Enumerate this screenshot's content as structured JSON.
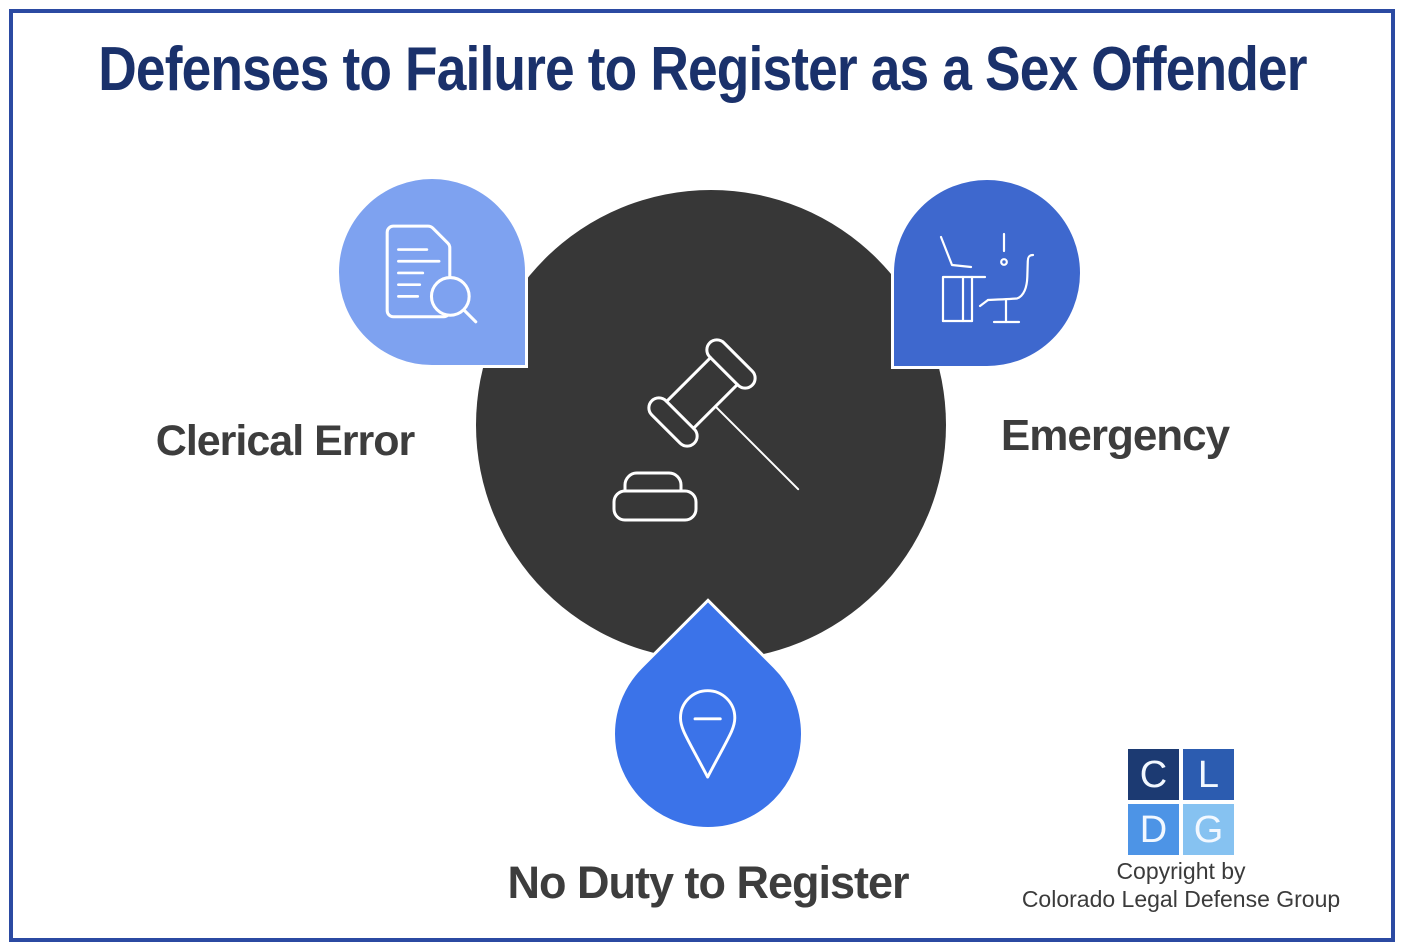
{
  "title": "Defenses to Failure to Register as a Sex Offender",
  "center": {
    "icon": "gavel-icon",
    "circle_color": "#373737"
  },
  "defenses": [
    {
      "label": "Clerical Error",
      "icon": "document-search-icon",
      "bubble_color": "#7ea2f0"
    },
    {
      "label": "Emergency",
      "icon": "empty-desk-chair-icon",
      "bubble_color": "#3e68ce"
    },
    {
      "label": "No Duty to Register",
      "icon": "location-pin-minus-icon",
      "bubble_color": "#3b73e9"
    }
  ],
  "logo": {
    "letters": [
      "C",
      "L",
      "D",
      "G"
    ],
    "cell_colors": [
      "#1c3a72",
      "#2c5cb0",
      "#4d94e6",
      "#86c2f1"
    ]
  },
  "copyright": {
    "line1": "Copyright by",
    "line2": "Colorado Legal Defense Group"
  },
  "colors": {
    "frame_border": "#2b4aa2",
    "title_text": "#1a316b",
    "label_text": "#3d3d3d",
    "icon_stroke": "#ffffff"
  }
}
